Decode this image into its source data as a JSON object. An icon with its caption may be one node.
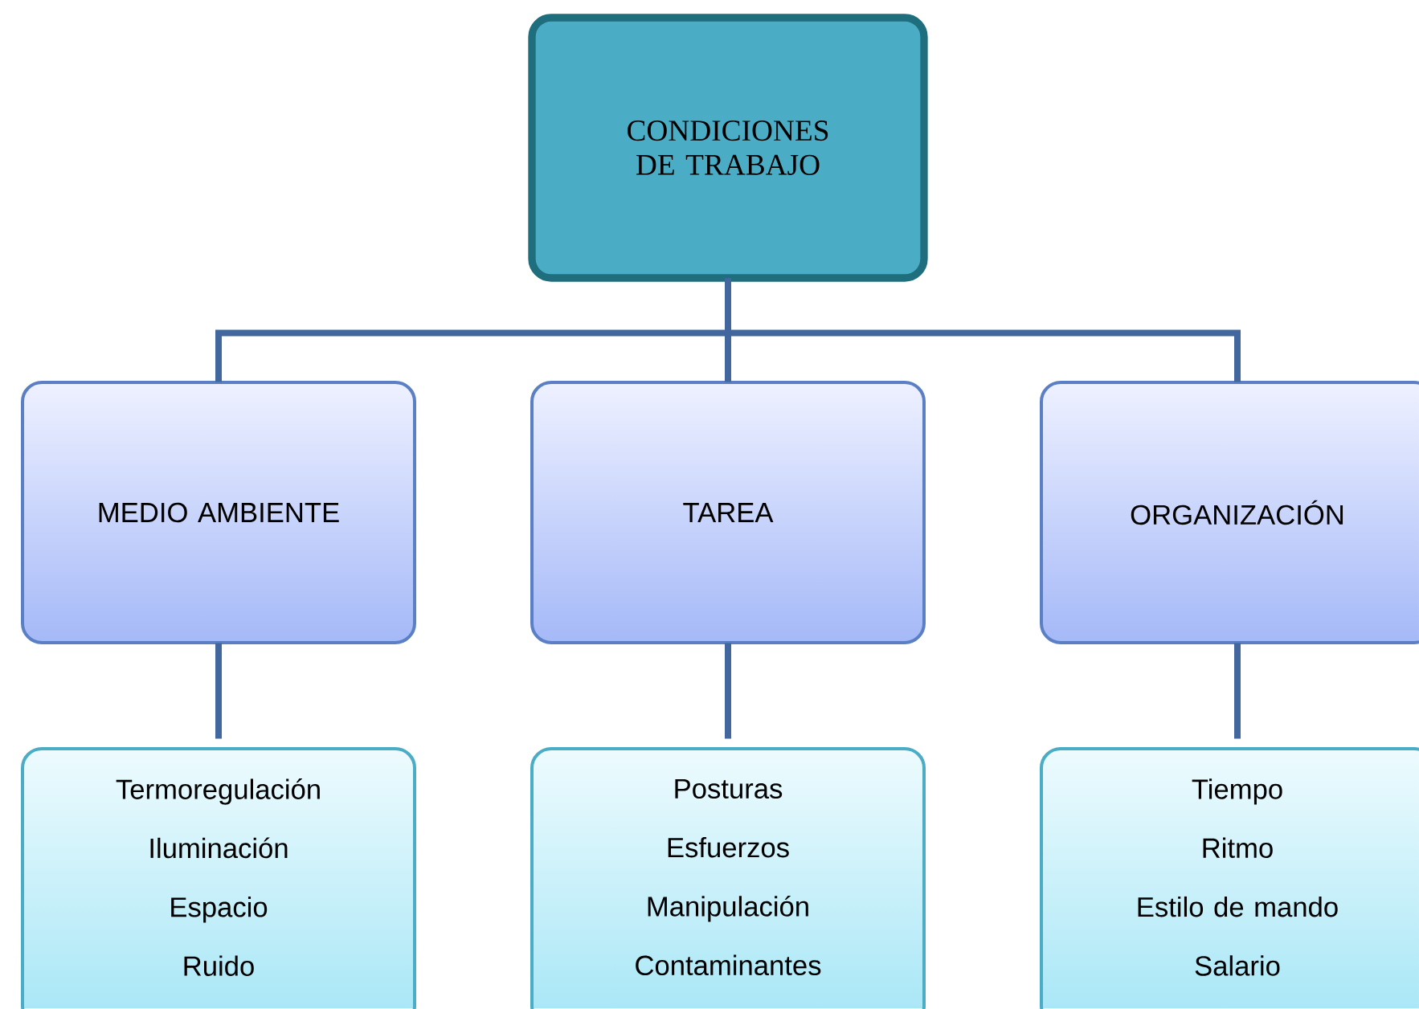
{
  "diagram": {
    "nodes": [
      {
        "text": [
          "CONDICIONES DE TRABAJO"
        ]
      },
      {
        "text": [
          "MEDIO AMBIENTE"
        ]
      },
      {
        "text": [
          "TAREA"
        ]
      },
      {
        "text": [
          "ORGANIZACIÓN"
        ]
      },
      {
        "text": [
          "Termoregulación",
          "Iluminación",
          "Espacio",
          "Ruido"
        ]
      },
      {
        "text": [
          "Posturas",
          "Esfuerzos",
          "Manipulación",
          "Contaminantes"
        ]
      },
      {
        "text": [
          "Tiempo",
          "Ritmo",
          "Estilo de mando",
          "Salario"
        ]
      }
    ],
    "edges": [
      {
        "from": 0,
        "to": 1,
        "arrow": "none"
      },
      {
        "from": 0,
        "to": 2,
        "arrow": "none"
      },
      {
        "from": 0,
        "to": 3,
        "arrow": "none"
      },
      {
        "from": 1,
        "to": 4,
        "arrow": "none"
      },
      {
        "from": 2,
        "to": 5,
        "arrow": "none"
      },
      {
        "from": 3,
        "to": 6,
        "arrow": "none"
      }
    ]
  }
}
